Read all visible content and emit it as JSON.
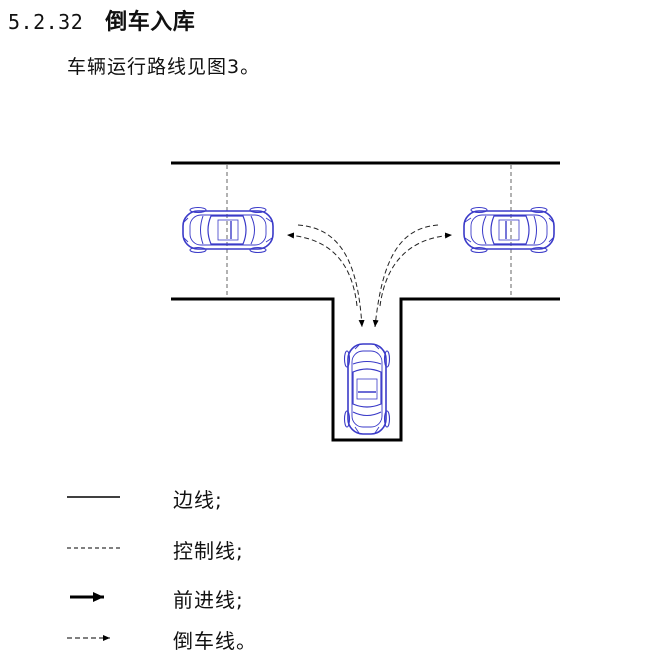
{
  "section": {
    "number": "5.2.32",
    "title": "倒车入库"
  },
  "intro": "车辆运行路线见图3。",
  "colors": {
    "line": "#000000",
    "car": "#3a3ac8",
    "guide": "#555555"
  },
  "legend": [
    {
      "key": "edge",
      "style": "solid",
      "label": "边线;"
    },
    {
      "key": "control",
      "style": "dashed",
      "label": "控制线;"
    },
    {
      "key": "forward",
      "style": "solid-arrow",
      "label": "前进线;"
    },
    {
      "key": "reverse",
      "style": "dashed-arrow",
      "label": "倒车线。"
    }
  ]
}
